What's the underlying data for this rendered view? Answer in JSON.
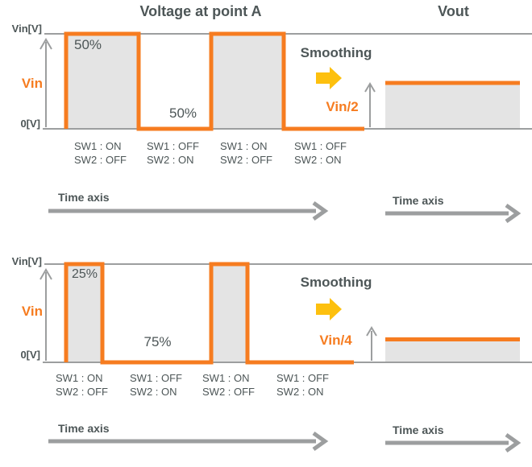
{
  "palette": {
    "orange": "#F67C20",
    "yellow": "#FDC00E",
    "gray_line": "#9C9E9F",
    "text_dark": "#4D5657",
    "fill_light": "#E4E4E4"
  },
  "chart_data": [
    {
      "type": "line",
      "waveform": "pwm-square",
      "title": "Voltage at point A",
      "output_title": "Vout",
      "y_max_label": "Vin[V]",
      "y_axis_label": "Vin",
      "y_zero_label": "0[V]",
      "duty_cycle_percent": 50,
      "cycles_shown": 2,
      "high_region_label": "50%",
      "low_region_label": "50%",
      "segments": [
        {
          "state": "high",
          "line1": "SW1 : ON",
          "line2": "SW2 : OFF"
        },
        {
          "state": "low",
          "line1": "SW1 : OFF",
          "line2": "SW2 : ON"
        },
        {
          "state": "high",
          "line1": "SW1 : ON",
          "line2": "SW2 : OFF"
        },
        {
          "state": "low",
          "line1": "SW1 : OFF",
          "line2": "SW2 : ON"
        }
      ],
      "smoothing_label": "Smoothing",
      "output_level_label": "Vin/2",
      "output_level_fraction": 0.5,
      "time_axis_label": "Time axis",
      "output_time_axis_label": "Time axis"
    },
    {
      "type": "line",
      "waveform": "pwm-square",
      "y_max_label": "Vin[V]",
      "y_axis_label": "Vin",
      "y_zero_label": "0[V]",
      "duty_cycle_percent": 25,
      "cycles_shown": 2,
      "high_region_label": "25%",
      "low_region_label": "75%",
      "segments": [
        {
          "state": "high",
          "line1": "SW1 : ON",
          "line2": "SW2 : OFF"
        },
        {
          "state": "low",
          "line1": "SW1 : OFF",
          "line2": "SW2 : ON"
        },
        {
          "state": "high",
          "line1": "SW1 : ON",
          "line2": "SW2 : OFF"
        },
        {
          "state": "low",
          "line1": "SW1 : OFF",
          "line2": "SW2 : ON"
        }
      ],
      "smoothing_label": "Smoothing",
      "output_level_label": "Vin/4",
      "output_level_fraction": 0.25,
      "time_axis_label": "Time axis",
      "output_time_axis_label": "Time axis"
    }
  ]
}
